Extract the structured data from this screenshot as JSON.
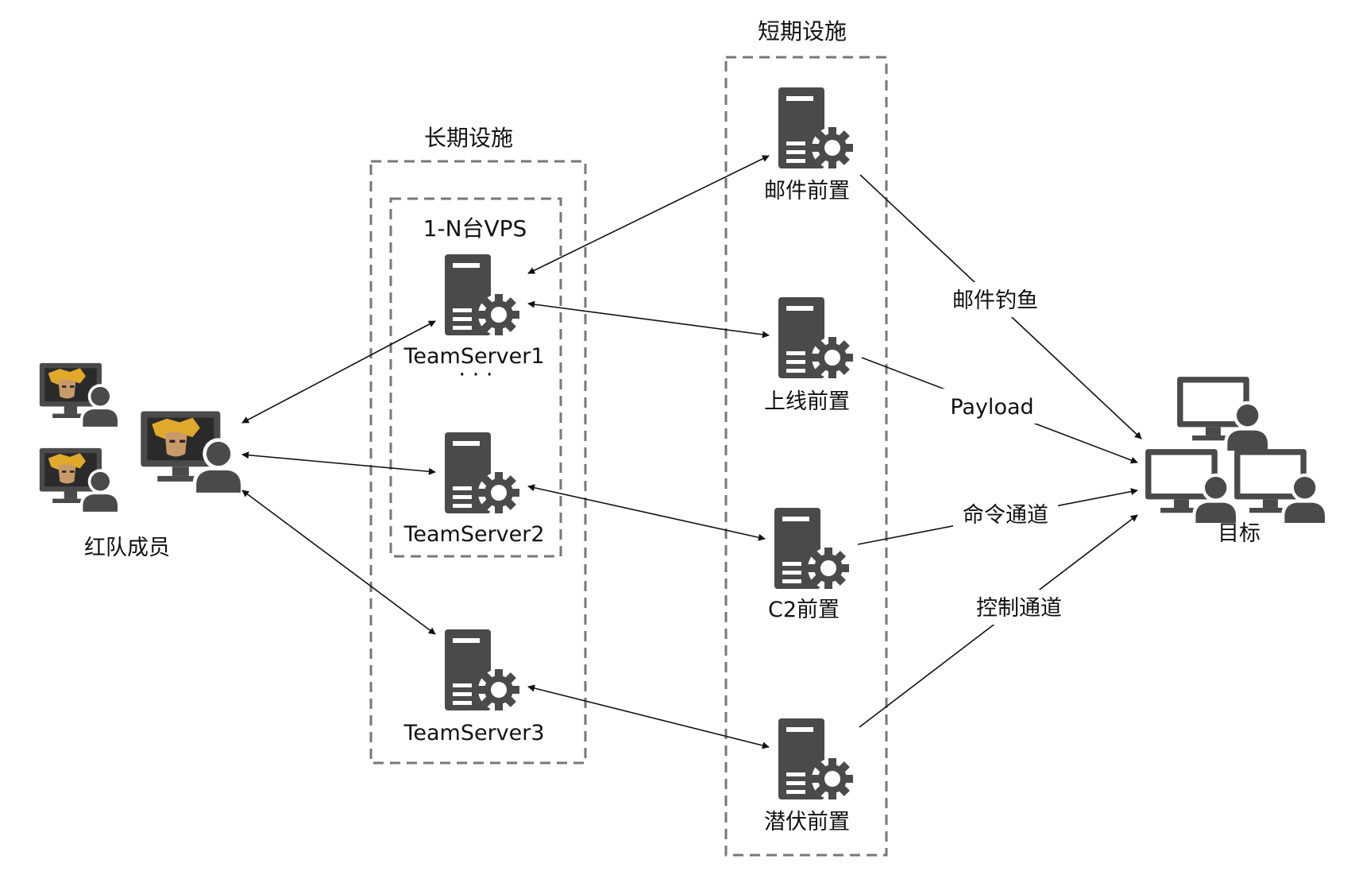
{
  "groups": {
    "short_term": "短期设施",
    "long_term": "长期设施",
    "vps": "1-N台VPS"
  },
  "nodes": {
    "red_team": "红队成员",
    "teamserver1": "TeamServer1",
    "ellipsis": "· · ·",
    "teamserver2": "TeamServer2",
    "teamserver3": "TeamServer3",
    "mail_front": "邮件前置",
    "online_front": "上线前置",
    "c2_front": "C2前置",
    "lurk_front": "潜伏前置",
    "target": "目标"
  },
  "edges": {
    "mail_phishing": "邮件钓鱼",
    "payload": "Payload",
    "command_channel": "命令通道",
    "control_channel": "控制通道"
  },
  "icons": {
    "server": "server-gear-icon",
    "workstation": "workstation-user-icon",
    "workstation_avatar": "workstation-avatar-icon"
  },
  "colors": {
    "icon_dark": "#4a4a4a",
    "box_dash": "#777777",
    "avatar_hair": "#e0a92a",
    "avatar_dark": "#2a2a2a"
  }
}
